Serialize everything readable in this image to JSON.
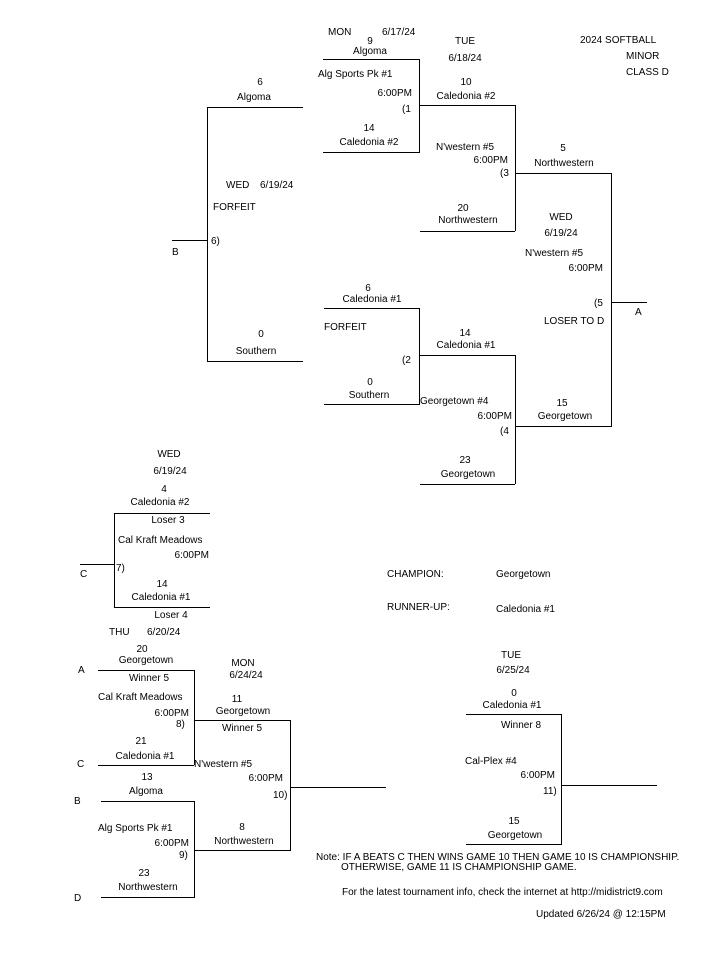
{
  "header": {
    "line1": "2024 SOFTBALL",
    "line2": "MINOR",
    "line3": "CLASS D"
  },
  "game1": {
    "day": "MON",
    "date": "6/17/24",
    "seed_top": "9",
    "team_top": "Algoma",
    "location": "Alg Sports Pk #1",
    "time": "6:00PM",
    "number": "(1",
    "seed_bottom": "14",
    "team_bottom": "Caledonia #2"
  },
  "game3": {
    "day": "TUE",
    "date": "6/18/24",
    "seed_top": "10",
    "team_top": "Caledonia #2",
    "location": "N'western #5",
    "time": "6:00PM",
    "number": "(3",
    "seed_bottom": "20",
    "team_bottom": "Northwestern"
  },
  "game6": {
    "seed_top": "6",
    "team_top": "Algoma",
    "day": "WED",
    "date": "6/19/24",
    "note": "FORFEIT",
    "number": "6)",
    "loser_to": "B",
    "seed_bottom": "0",
    "team_bottom": "Southern"
  },
  "game2": {
    "seed_top": "6",
    "team_top": "Caledonia #1",
    "note": "FORFEIT",
    "number": "(2",
    "seed_bottom": "0",
    "team_bottom": "Southern"
  },
  "game4": {
    "seed_top": "14",
    "team_top": "Caledonia #1",
    "location": "Georgetown #4",
    "time": "6:00PM",
    "number": "(4",
    "seed_bottom": "23",
    "team_bottom": "Georgetown"
  },
  "game5": {
    "seed_top": "5",
    "team_top": "Northwestern",
    "day": "WED",
    "date": "6/19/24",
    "location": "N'western #5",
    "time": "6:00PM",
    "number": "(5",
    "loser_note": "LOSER TO D",
    "loser_to": "A",
    "seed_bottom": "15",
    "team_bottom": "Georgetown"
  },
  "game7": {
    "day": "WED",
    "date": "6/19/24",
    "seed_top": "4",
    "team_top": "Caledonia #2",
    "from_top": "Loser 3",
    "location": "Cal Kraft Meadows",
    "time": "6:00PM",
    "number": "7)",
    "loser_to": "C",
    "seed_bottom": "14",
    "team_bottom": "Caledonia #1",
    "from_bottom": "Loser 4"
  },
  "game8": {
    "day": "THU",
    "date": "6/20/24",
    "in_top": "A",
    "seed_top": "20",
    "team_top": "Georgetown",
    "from_top": "Winner 5",
    "location": "Cal Kraft Meadows",
    "time": "6:00PM",
    "number": "8)",
    "in_bottom": "C",
    "seed_bottom": "21",
    "team_bottom": "Caledonia #1"
  },
  "game9": {
    "in_top": "B",
    "seed_top": "13",
    "team_top": "Algoma",
    "location": "Alg Sports Pk #1",
    "time": "6:00PM",
    "number": "9)",
    "in_bottom": "D",
    "seed_bottom": "23",
    "team_bottom": "Northwestern"
  },
  "game10": {
    "day": "MON",
    "date": "6/24/24",
    "seed_top": "11",
    "team_top": "Georgetown",
    "from_top": "Winner 5",
    "location": "N'western #5",
    "time": "6:00PM",
    "number": "10)",
    "seed_bottom": "8",
    "team_bottom": "Northwestern"
  },
  "game11": {
    "day": "TUE",
    "date": "6/25/24",
    "seed_top": "0",
    "team_top": "Caledonia #1",
    "from_top": "Winner 8",
    "location": "Cal-Plex #4",
    "time": "6:00PM",
    "number": "11)",
    "seed_bottom": "15",
    "team_bottom": "Georgetown"
  },
  "results": {
    "champion_label": "CHAMPION:",
    "champion": "Georgetown",
    "runnerup_label": "RUNNER-UP:",
    "runnerup": "Caledonia #1"
  },
  "footer": {
    "note_line1": "Note: IF A BEATS C THEN WINS GAME 10 THEN GAME 10 IS CHAMPIONSHIP.",
    "note_line2": "OTHERWISE, GAME 11 IS CHAMPIONSHIP GAME.",
    "info": "For the latest tournament info, check the internet at http://midistrict9.com",
    "updated": "Updated  6/26/24 @ 12:15PM"
  }
}
